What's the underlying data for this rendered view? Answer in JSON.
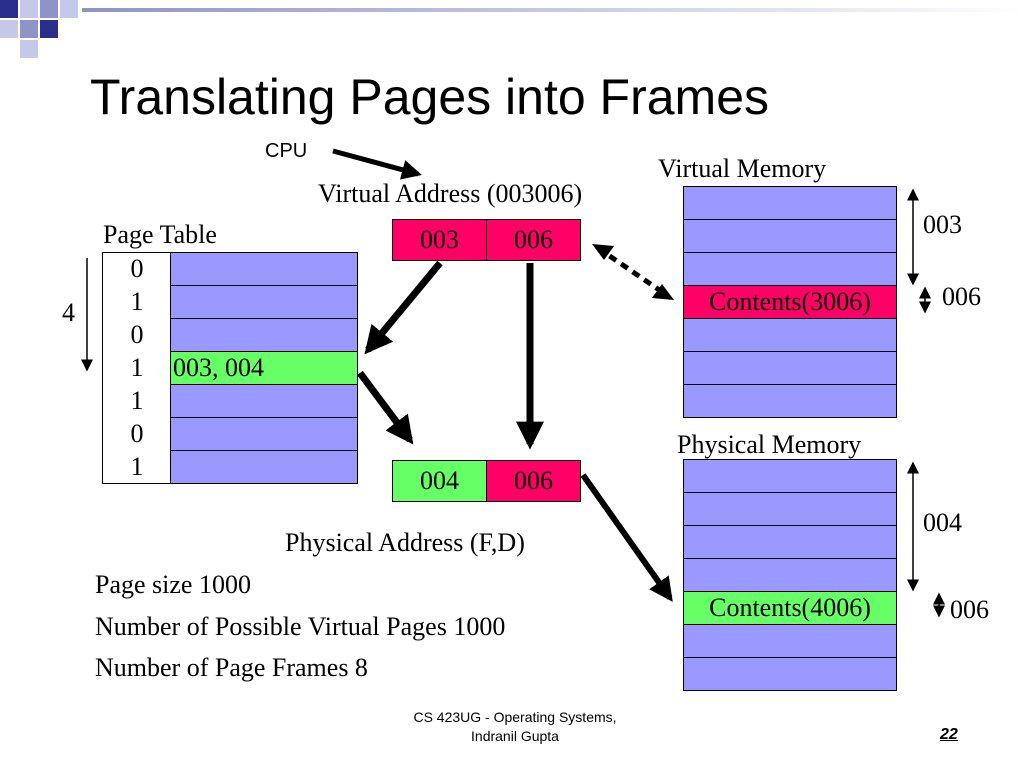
{
  "slide": {
    "title": "Translating Pages into Frames",
    "footer_line1": "CS 423UG - Operating Systems,",
    "footer_line2": "Indranil Gupta",
    "page_number": "22"
  },
  "cpu_label": "CPU",
  "virtual_address": {
    "label": "Virtual Address (003006)",
    "page": "003",
    "offset": "006"
  },
  "physical_address": {
    "label": "Physical Address (F,D)",
    "frame": "004",
    "offset": "006"
  },
  "page_table": {
    "title": "Page Table",
    "size_label": "4",
    "valid_bits": [
      "0",
      "1",
      "0",
      "1",
      "1",
      "0",
      "1"
    ],
    "entries": [
      "",
      "",
      "",
      "003, 004",
      "",
      "",
      ""
    ],
    "highlight_index": 3
  },
  "virtual_memory": {
    "title": "Virtual Memory",
    "page_label": "003",
    "offset_label": "006",
    "contents": "Contents(3006)"
  },
  "physical_memory": {
    "title": "Physical Memory",
    "frame_label": "004",
    "offset_label": "006",
    "contents": "Contents(4006)"
  },
  "notes": [
    "Page size 1000",
    "Number of Possible Virtual Pages 1000",
    "Number of Page Frames 8"
  ],
  "colors": {
    "memory_cell": "#9999ff",
    "highlight_entry": "#66ff66",
    "address_red": "#ff0066"
  }
}
